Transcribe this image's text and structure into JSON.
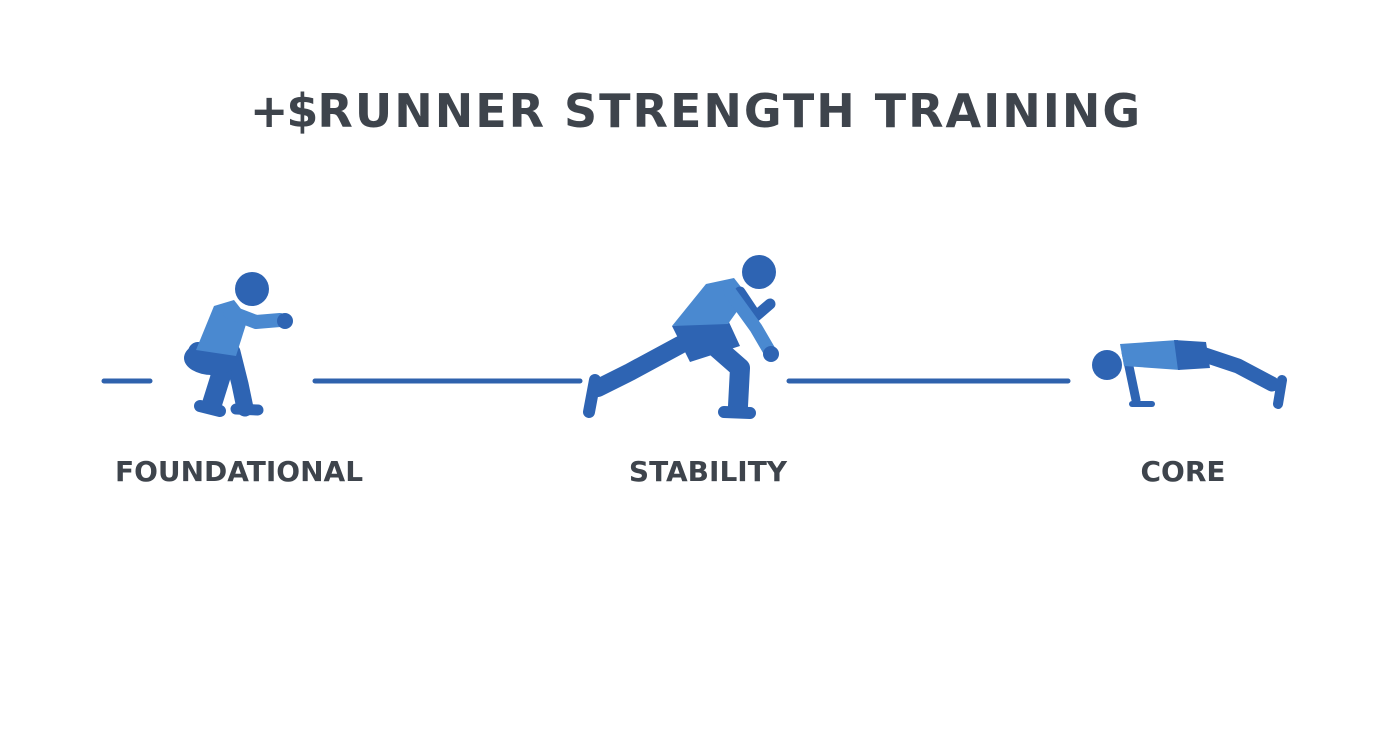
{
  "title": {
    "prefix": "+$",
    "text": "RUNNER STRENGTH TRAINING"
  },
  "colors": {
    "text": "#3e444c",
    "figure_dark": "#2e64b3",
    "figure_light": "#4a89d0",
    "line": "#2f62ad"
  },
  "stages": [
    {
      "label": "FOUNDATIONAL",
      "icon": "squat-figure-icon"
    },
    {
      "label": "STABILITY",
      "icon": "lunge-figure-icon"
    },
    {
      "label": "CORE",
      "icon": "plank-figure-icon"
    }
  ]
}
